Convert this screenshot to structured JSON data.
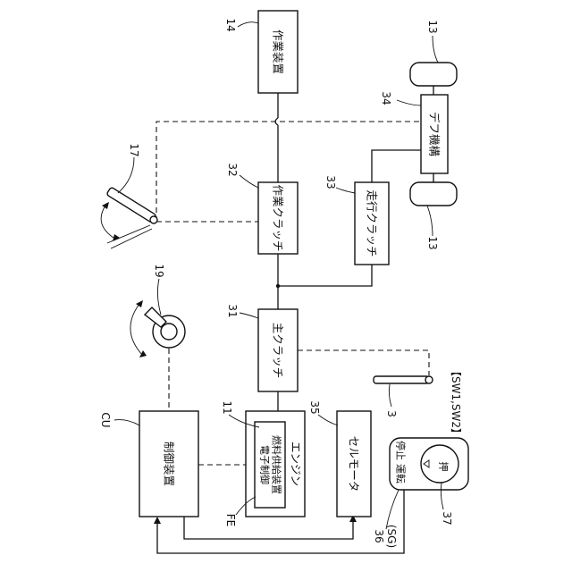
{
  "labels": {
    "work_device": "作業装置",
    "work_device_ref": "14",
    "wheel_ref_top": "13",
    "wheel_ref_bottom": "13",
    "diff_ref": "34",
    "diff": "デフ機構",
    "lever17_ref": "17",
    "work_clutch_ref": "32",
    "work_clutch": "作業クラッチ",
    "travel_clutch_ref": "33",
    "travel_clutch": "走行クラッチ",
    "dial_ref": "19",
    "main_clutch_ref": "31",
    "main_clutch": "主クラッチ",
    "lever3_ref": "3",
    "cu_ref": "CU",
    "control_unit": "制御装置",
    "engine_ref": "11",
    "engine": "エンジン",
    "fuel_line1": "電子制御",
    "fuel_line2": "燃料供給装置",
    "fe_ref": "FE",
    "starter_ref": "35",
    "starter": "セルモータ",
    "sw_ref": "【SW1,SW2】",
    "switch_stop": "停止",
    "switch_run": "運転",
    "push": "押",
    "sg_ref_num": "36",
    "sg_ref": "(SG)",
    "knob_ref": "37"
  }
}
